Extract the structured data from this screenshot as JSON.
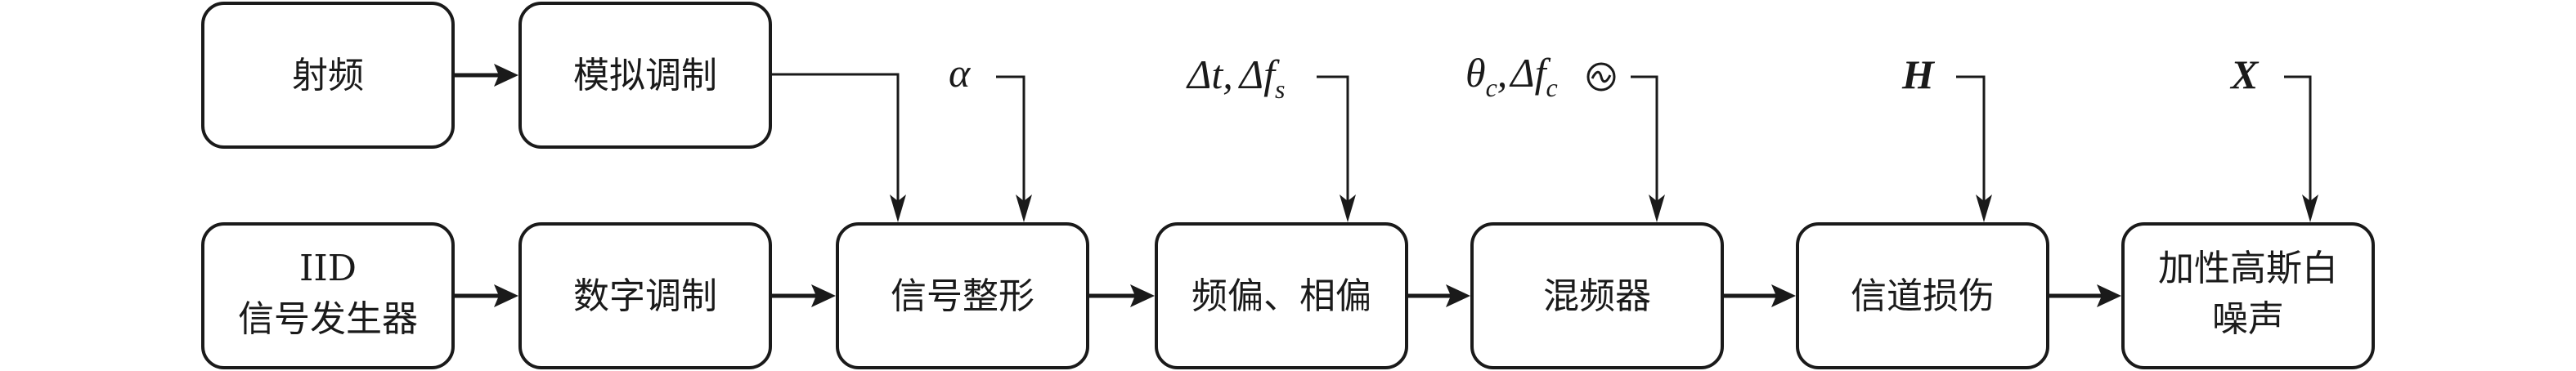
{
  "blocks": {
    "rf": "射频",
    "analog_mod": "模拟调制",
    "iid_line1": "IID",
    "iid_line2": "信号发生器",
    "digital_mod": "数字调制",
    "shaping": "信号整形",
    "offset": "频偏、相偏",
    "mixer": "混频器",
    "channel": "信道损伤",
    "awgn_line1": "加性高斯白",
    "awgn_line2": "噪声"
  },
  "params": {
    "alpha": "α",
    "delta_t": "Δt,",
    "delta_f": "Δf",
    "delta_f_sub": "s",
    "theta": "θ",
    "theta_sub": "c",
    "theta_sep": ",",
    "delta_fc": "Δf",
    "delta_fc_sub": "c",
    "H": "H",
    "X": "X"
  },
  "icons": {
    "oscillator": "oscillator-icon"
  },
  "colors": {
    "stroke": "#1a1a1a",
    "background": "#ffffff"
  }
}
